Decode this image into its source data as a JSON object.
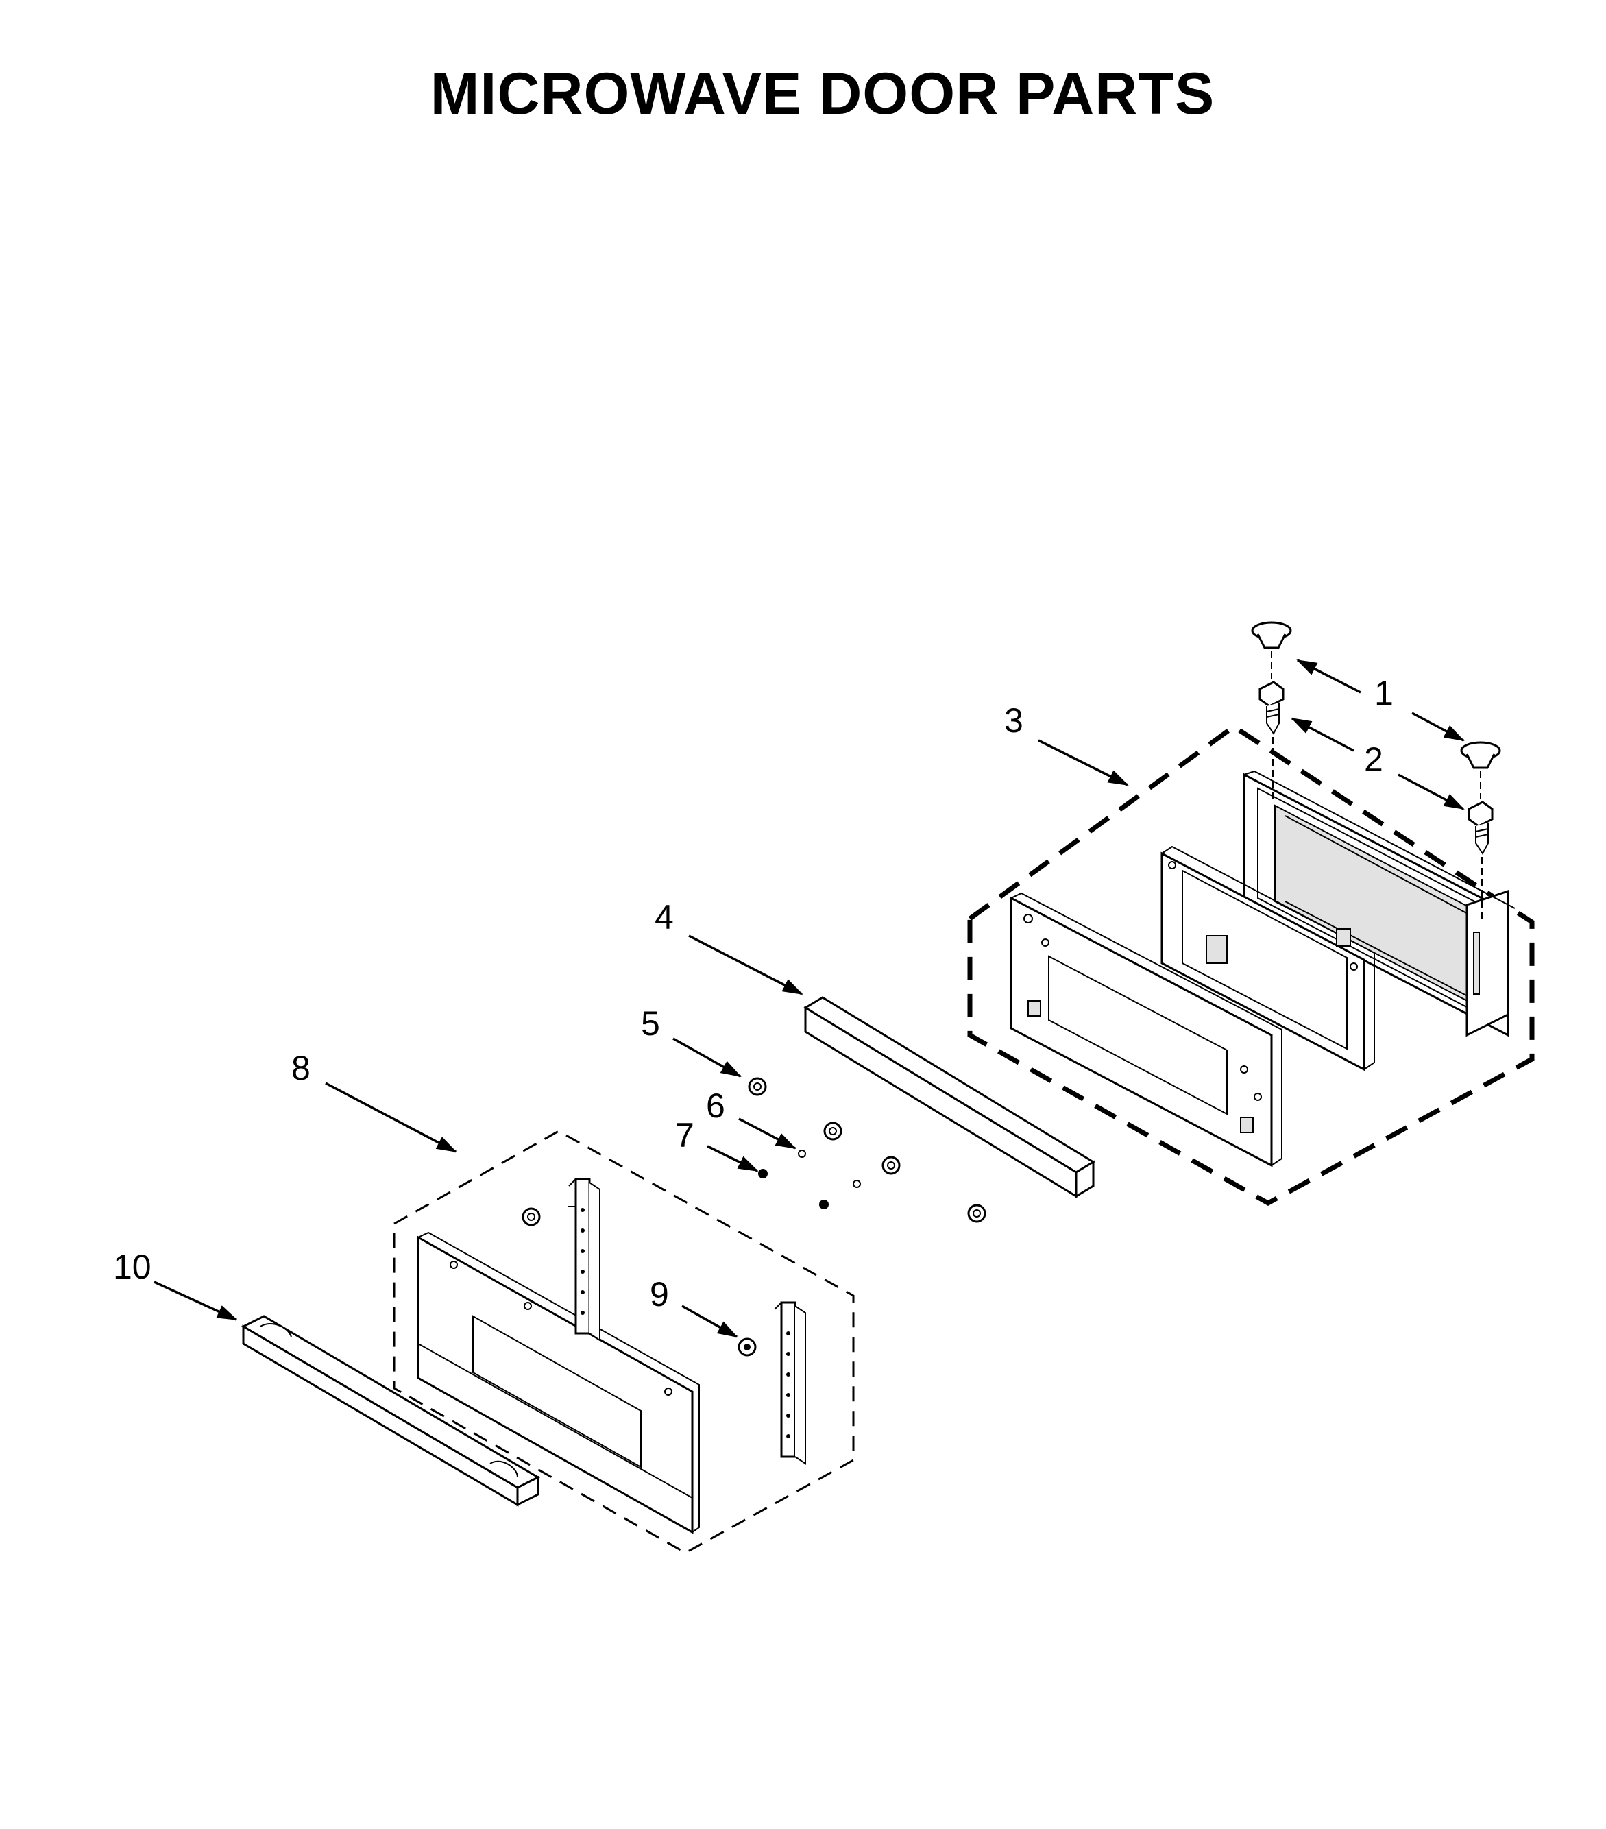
{
  "title": "MICROWAVE DOOR PARTS",
  "callouts": [
    {
      "id": "1",
      "label": "1"
    },
    {
      "id": "2",
      "label": "2"
    },
    {
      "id": "3",
      "label": "3"
    },
    {
      "id": "4",
      "label": "4"
    },
    {
      "id": "5",
      "label": "5"
    },
    {
      "id": "6",
      "label": "6"
    },
    {
      "id": "7",
      "label": "7"
    },
    {
      "id": "8",
      "label": "8"
    },
    {
      "id": "9",
      "label": "9"
    },
    {
      "id": "10",
      "label": "10"
    }
  ]
}
